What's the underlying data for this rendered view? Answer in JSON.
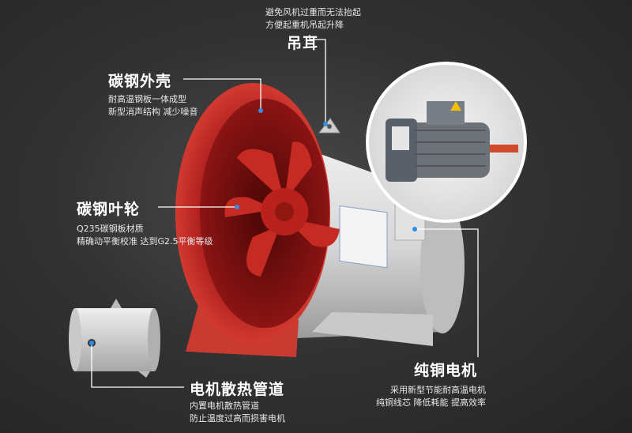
{
  "callouts": {
    "shell": {
      "title": "碳钢外壳",
      "lines": [
        "耐高温钢板一体成型",
        "新型消声结构 减少噪音"
      ]
    },
    "lug": {
      "title": "吊耳",
      "lines": [
        "避免风机过重而无法抬起",
        "方便起重机吊起升降"
      ]
    },
    "impeller": {
      "title": "碳钢叶轮",
      "lines": [
        "Q235碳钢板材质",
        "精确动平衡校准 达到G2.5平衡等级"
      ]
    },
    "motor": {
      "title": "纯铜电机",
      "lines": [
        "采用新型节能耐高温电机",
        "纯铜线芯 降低耗能 提高效率"
      ]
    },
    "cooling": {
      "title": "电机散热管道",
      "lines": [
        "内置电机散热管道",
        "防止温度过高而损害电机"
      ]
    }
  },
  "colors": {
    "accent_red": "#c62a24",
    "body_grey": "#d9d9d9",
    "leader_line": "#ffffff",
    "leader_dot": "#2f8fe8"
  },
  "icons": [
    "fan-housing",
    "impeller-blades",
    "motor-closeup",
    "cooling-duct"
  ]
}
